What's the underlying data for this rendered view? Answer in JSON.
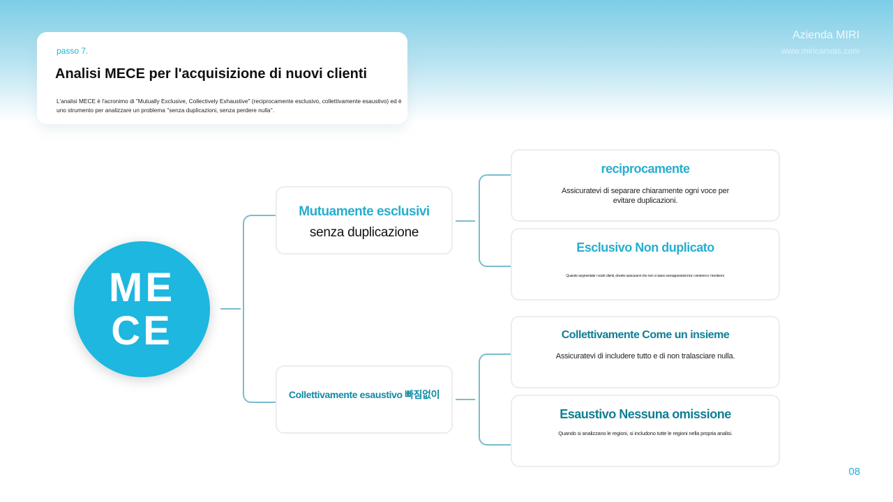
{
  "brand": {
    "name": "Azienda MIRI",
    "url": "www.miricanvas.com"
  },
  "header": {
    "step": "passo 7.",
    "title": "Analisi MECE per l'acquisizione di nuovi clienti",
    "description": "L'analisi MECE è l'acronimo di \"Mutually Exclusive, Collectively Exhaustive\" (reciprocamente esclusivo, collettivamente esaustivo) ed è uno strumento per analizzare un problema ''senza duplicazioni, senza perdere nulla''."
  },
  "center": {
    "line1": "ME",
    "line2": "CE",
    "color": "#1db7e0"
  },
  "branches": [
    {
      "title": "Mutuamente esclusivi",
      "subtitle": "senza duplicazione",
      "items": [
        {
          "title": "reciprocamente",
          "text": "Assicuratevi di separare chiaramente ogni voce per evitare duplicazioni."
        },
        {
          "title": "Esclusivo Non duplicato",
          "text": "Quando segmentate i vostri clienti, dovete assicurarvi che non ci siano sovrapposizioni tra i ventenni e i trentenni."
        }
      ]
    },
    {
      "title": "Collettivamente esaustivo 빠짐없이",
      "items": [
        {
          "title": "Collettivamente Come un insieme",
          "text": "Assicuratevi di includere tutto e di non tralasciare nulla."
        },
        {
          "title": "Esaustivo Nessuna omissione",
          "text": "Quando si analizzano le regioni, si includono tutte le regioni nella propria analisi."
        }
      ]
    }
  ],
  "page_number": "08"
}
